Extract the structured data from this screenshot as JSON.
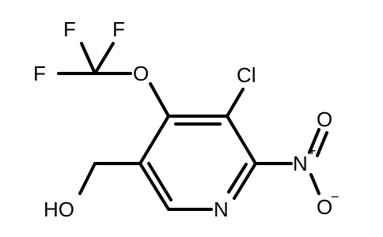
{
  "molecule": {
    "atoms": {
      "f1": "F",
      "f2": "F",
      "f3": "F",
      "o_ether": "O",
      "cl": "Cl",
      "n_nitro": "N",
      "n_nitro_charge": "+",
      "o_nitro_top": "O",
      "o_nitro_bottom": "O",
      "o_nitro_bottom_charge": "−",
      "n_ring": "N",
      "ho": "HO"
    }
  }
}
